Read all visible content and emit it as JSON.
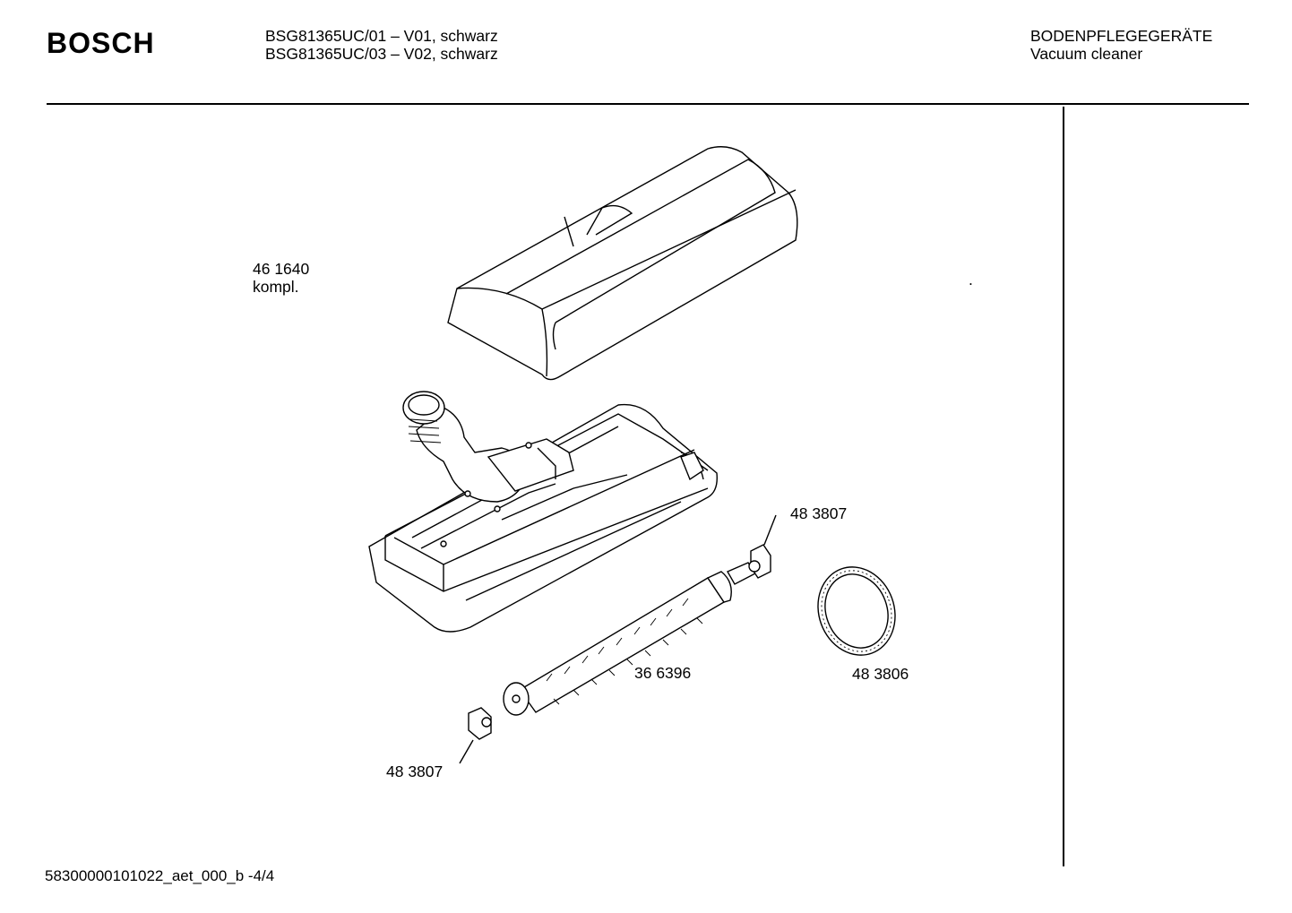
{
  "header": {
    "brand": "BOSCH",
    "models": [
      "BSG81365UC/01 – V01, schwarz",
      "BSG81365UC/03 – V02, schwarz"
    ],
    "category": [
      "BODENPFLEGEGERÄTE",
      "Vacuum cleaner"
    ]
  },
  "parts": {
    "cover": [
      "46 1640",
      "kompl."
    ],
    "end_cap_top": "48 3807",
    "brush_roll": "36 6396",
    "belt": "48 3806",
    "end_cap_bottom": "48 3807",
    "stray_mark": "."
  },
  "footer": {
    "doc_id": "58300000101022_aet_000_b -4/4"
  }
}
